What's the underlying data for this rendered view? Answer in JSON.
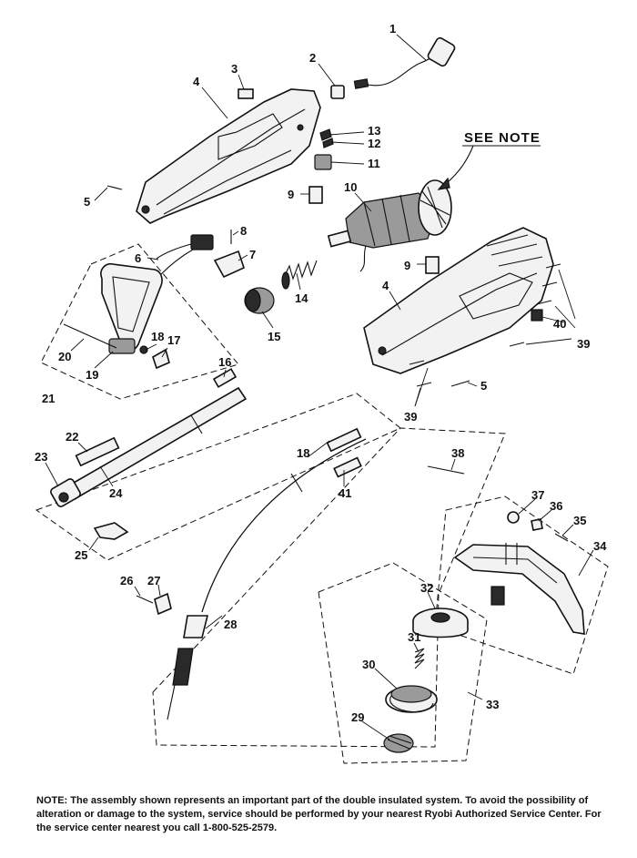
{
  "callouts": [
    "1",
    "2",
    "3",
    "4",
    "4",
    "5",
    "5",
    "6",
    "7",
    "8",
    "9",
    "9",
    "10",
    "11",
    "12",
    "13",
    "14",
    "15",
    "16",
    "17",
    "18",
    "18",
    "19",
    "20",
    "21",
    "22",
    "23",
    "24",
    "25",
    "26",
    "27",
    "28",
    "29",
    "30",
    "31",
    "32",
    "33",
    "34",
    "35",
    "36",
    "37",
    "38",
    "39",
    "39",
    "40",
    "41"
  ],
  "see_note": "SEE NOTE",
  "note": "NOTE: The assembly shown represents an important part of the double insulated system. To avoid the possibility of alteration or damage to the system, service should be performed by your nearest Ryobi Authorized Service Center. For the service center nearest you call 1-800-525-2579."
}
